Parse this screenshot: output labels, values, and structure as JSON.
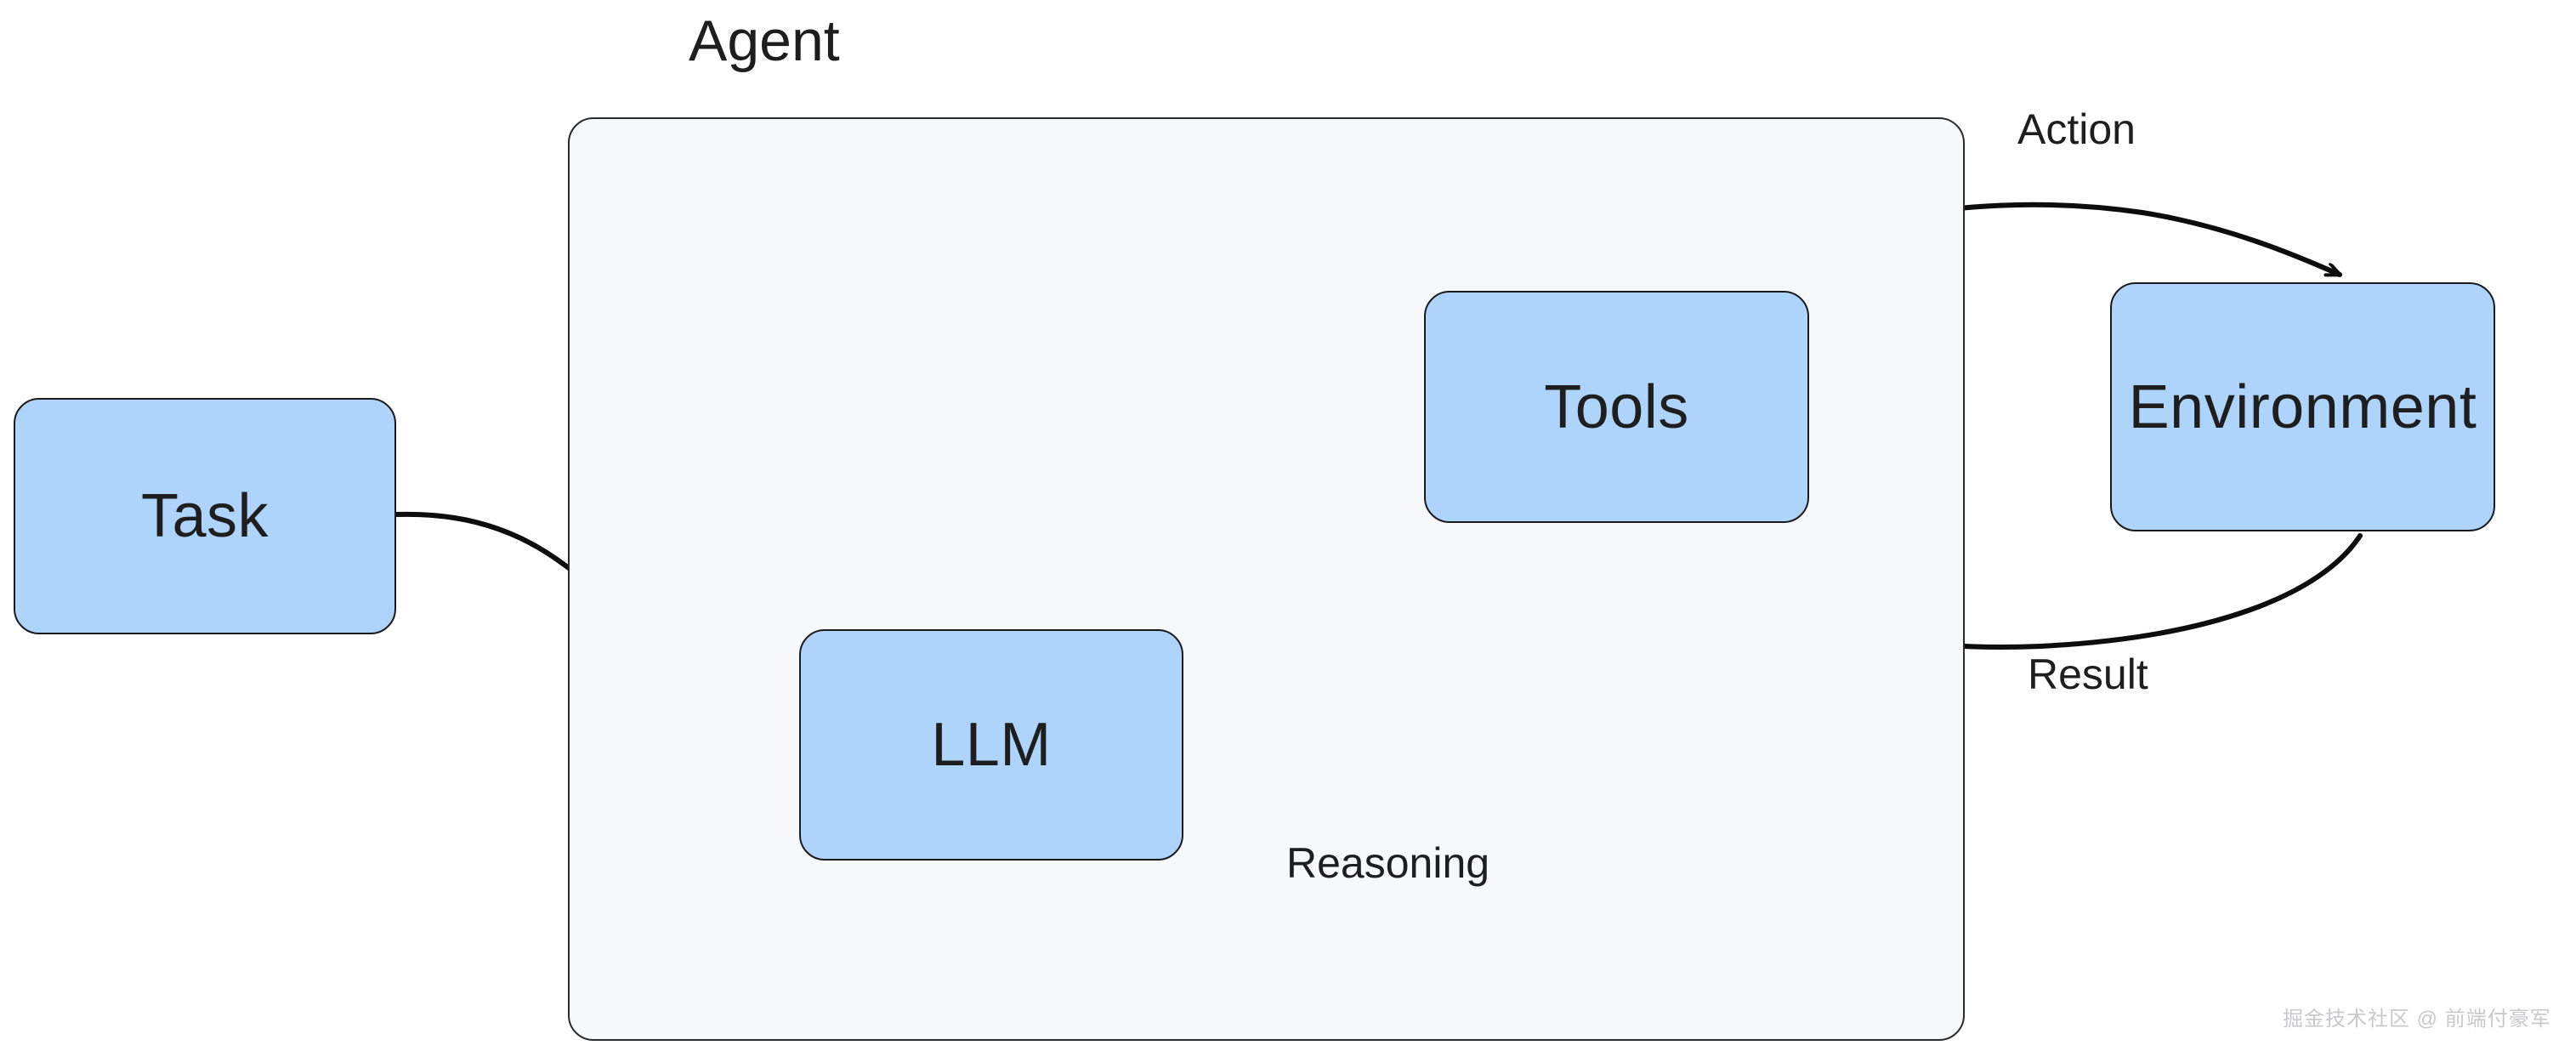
{
  "diagram": {
    "title": "Agent",
    "type": "flow-diagram",
    "background_color": "#ffffff"
  },
  "group": {
    "label": "Agent",
    "fill_color": "#F7F8FA",
    "stroke_color": "#2b2b2b"
  },
  "nodes": [
    {
      "id": "task",
      "label": "Task",
      "fill_color": "#AED4FB",
      "stroke_color": "#1a1a1a",
      "inside_agent": false
    },
    {
      "id": "llm",
      "label": "LLM",
      "fill_color": "#AED4FB",
      "stroke_color": "#1a1a1a",
      "inside_agent": true
    },
    {
      "id": "tools",
      "label": "Tools",
      "fill_color": "#AED4FB",
      "stroke_color": "#1a1a1a",
      "inside_agent": true
    },
    {
      "id": "environment",
      "label": "Environment",
      "fill_color": "#AED4FB",
      "stroke_color": "#1a1a1a",
      "inside_agent": false
    }
  ],
  "edges": [
    {
      "id": "task-to-llm",
      "from": "task",
      "to": "llm",
      "label": "",
      "arrow": "single"
    },
    {
      "id": "llm-to-tools",
      "from": "llm",
      "to": "tools",
      "label": "",
      "arrow": "double"
    },
    {
      "id": "tools-to-env",
      "from": "tools",
      "to": "environment",
      "label": "Action",
      "arrow": "single"
    },
    {
      "id": "env-to-tools",
      "from": "environment",
      "to": "tools",
      "label": "Result",
      "arrow": "single"
    },
    {
      "id": "llm-self-loop",
      "from": "llm",
      "to": "llm",
      "label": "Reasoning",
      "arrow": "single"
    }
  ],
  "labels": {
    "action": "Action",
    "result": "Result",
    "reasoning": "Reasoning"
  },
  "watermark": {
    "text": "掘金技术社区 @ 前端付豪军",
    "color": "#c9c9cc"
  }
}
